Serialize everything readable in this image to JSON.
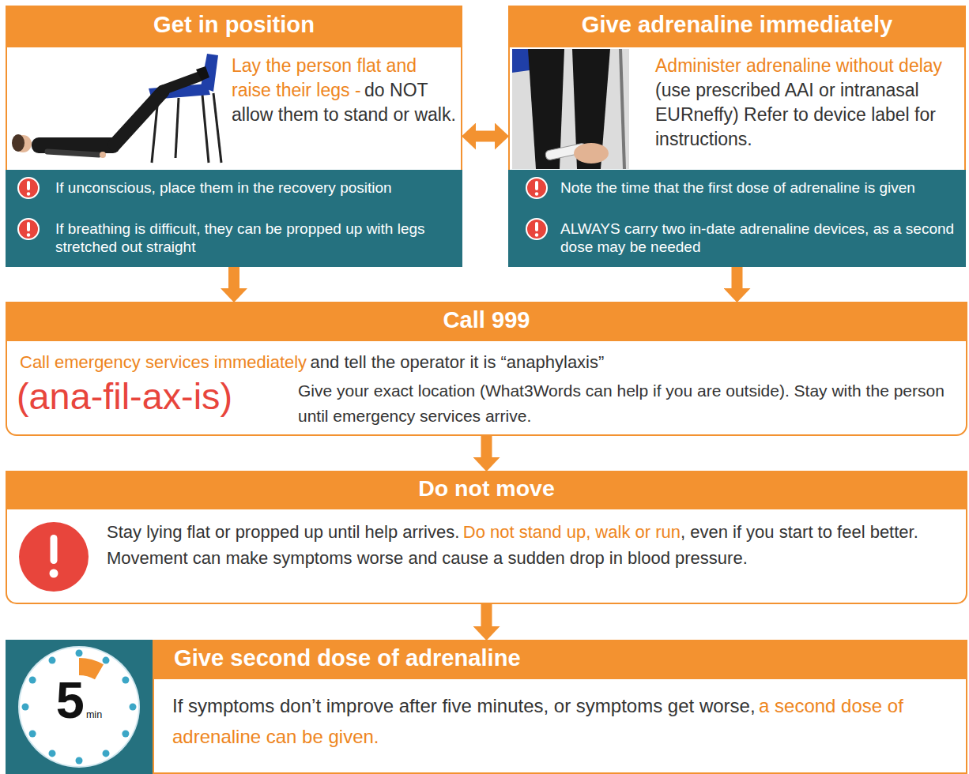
{
  "diagram": {
    "nodes": [
      {
        "text": [
          "Get in position",
          "Lay the person flat and raise their legs -",
          "do NOT allow them to stand or walk."
        ]
      },
      {
        "text": [
          "If unconscious, place them in the recovery position",
          "If breathing is difficult, they can be propped up with legs stretched out straight"
        ],
        "in": 0
      },
      {
        "text": [
          "Give adrenaline immediately",
          "Administer adrenaline without delay",
          "(use prescribed AAI or intranasal EURneffy) Refer to device label for instructions."
        ]
      },
      {
        "text": [
          "Note the time that the first dose of adrenaline is given",
          "ALWAYS carry two in-date adrenaline devices, as a second dose may be needed"
        ],
        "in": 2
      },
      {
        "text": [
          "Call 999",
          "Call emergency services immediately",
          "and tell the operator it is “anaphylaxis”",
          "(ana-fil-ax-is)",
          "Give your exact location (What3Words can help if you are outside). Stay with the person until emergency services arrive."
        ]
      },
      {
        "text": [
          "Do not move",
          "Stay lying flat or propped up until help arrives.",
          "Do not stand up, walk or run",
          ", even if you start to feel better. Movement can make symptoms worse and cause a sudden drop in blood pressure."
        ]
      },
      {
        "text": [
          "Give second dose of adrenaline",
          "If symptoms don’t improve after five minutes, or symptoms get worse,",
          "a second dose of adrenaline can be given."
        ]
      },
      {
        "text": [
          "5",
          "min"
        ],
        "in": 6
      }
    ],
    "edges": [
      {
        "from": 0,
        "to": 2,
        "arrow": "both"
      },
      {
        "from": 0,
        "to": 4,
        "arrow": "to"
      },
      {
        "from": 2,
        "to": 4,
        "arrow": "to"
      },
      {
        "from": 4,
        "to": 5,
        "arrow": "to"
      },
      {
        "from": 5,
        "to": 6,
        "arrow": "to"
      }
    ]
  }
}
